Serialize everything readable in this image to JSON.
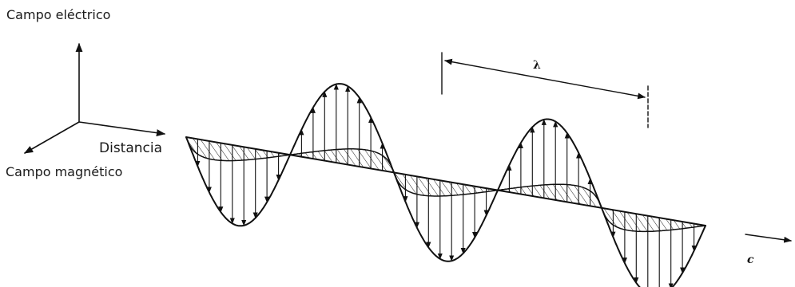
{
  "labels": {
    "electric_field": "Campo eléctrico",
    "distance": "Distancia",
    "magnetic_field": "Campo magnético",
    "wavelength": "λ",
    "speed": "c"
  },
  "colors": {
    "ink": "#111111",
    "background": "#ffffff"
  },
  "wave": {
    "cycles_shown": 2.5
  }
}
